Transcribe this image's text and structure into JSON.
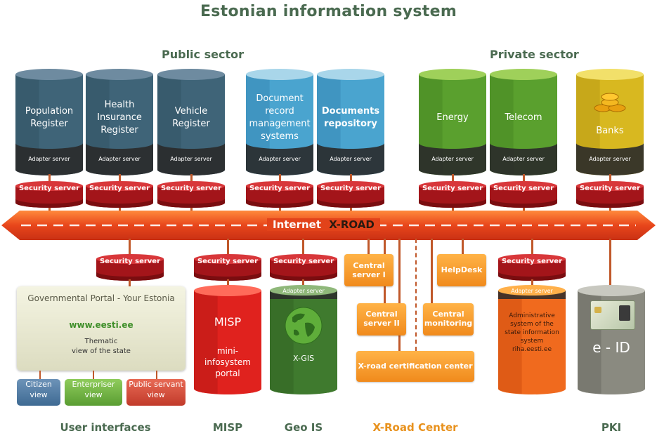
{
  "title": "Estonian information system",
  "sectors": {
    "public": "Public sector",
    "private": "Private sector"
  },
  "top_registers": [
    {
      "label": "Population\nRegister",
      "adapter": "Adapter server",
      "security": "Security server",
      "theme": "blue"
    },
    {
      "label": "Health\nInsurance\nRegister",
      "adapter": "Adapter server",
      "security": "Security server",
      "theme": "blue"
    },
    {
      "label": "Vehicle\nRegister",
      "adapter": "Adapter server",
      "security": "Security server",
      "theme": "blue"
    },
    {
      "label": "Document\nrecord\nmanagement\nsystems",
      "adapter": "Adapter server",
      "security": "Security server",
      "theme": "lightblue"
    },
    {
      "label": "Documents\nrepository",
      "adapter": "Adapter server",
      "security": "Security server",
      "theme": "lightblue"
    },
    {
      "label": "Energy",
      "adapter": "Adapter server",
      "security": "Security server",
      "theme": "green"
    },
    {
      "label": "Telecom",
      "adapter": "Adapter server",
      "security": "Security server",
      "theme": "green"
    },
    {
      "label": "Banks",
      "adapter": "Adapter server",
      "security": "Security server",
      "theme": "yellow"
    }
  ],
  "xroad": {
    "internet": "Internet",
    "name": "X-ROAD"
  },
  "lower": {
    "portal_security": "Security server",
    "portal": {
      "title": "Governmental Portal - Your Estonia",
      "url": "www.eesti.ee",
      "desc": "Thematic\nview of the state"
    },
    "views": [
      "Citizen\nview",
      "Enterpriser\nview",
      "Public servant\nview"
    ],
    "misp": {
      "security": "Security server",
      "title": "MISP",
      "desc": "mini-\ninfosystem\nportal"
    },
    "geo": {
      "security": "Security server",
      "adapter": "Adapter server",
      "label": "X-GIS"
    },
    "center": {
      "central1": "Central\nserver I",
      "central2": "Central\nserver II",
      "monitoring": "Central\nmonitoring",
      "helpdesk": "HelpDesk",
      "cert": "X-road certification center"
    },
    "riha": {
      "security": "Security server",
      "adapter": "Adapter server",
      "text": "Administrative\nsystem of the\nstate information\nsystem\nriha.eesti.ee"
    },
    "pki": {
      "label": "e - ID"
    }
  },
  "bottom_labels": [
    "User interfaces",
    "MISP",
    "Geo IS",
    "X-Road Center",
    "PKI"
  ]
}
